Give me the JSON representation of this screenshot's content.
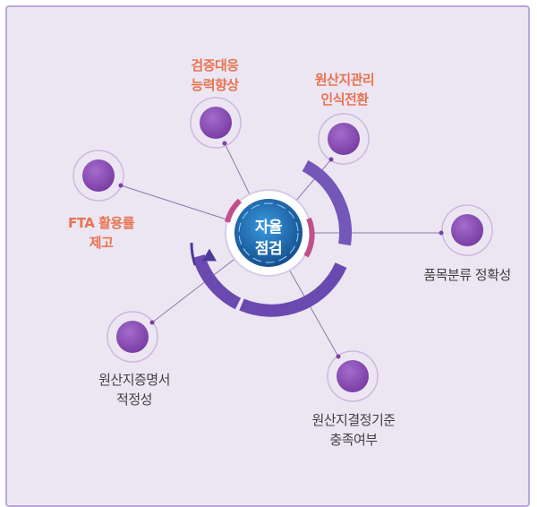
{
  "center": {
    "line1": "자율",
    "line2": "점검"
  },
  "nodes": [
    {
      "id": "verification",
      "lines": [
        "검증대응",
        "능력향상"
      ],
      "style": "orange"
    },
    {
      "id": "origin-management",
      "lines": [
        "원산지관리",
        "인식전환"
      ],
      "style": "orange"
    },
    {
      "id": "fta-utilization",
      "lines": [
        "FTA 활용률",
        "제고"
      ],
      "style": "orange"
    },
    {
      "id": "classification",
      "lines": [
        "품목분류 정확성"
      ],
      "style": "dark"
    },
    {
      "id": "certificate",
      "lines": [
        "원산지증명서",
        "적정성"
      ],
      "style": "dark"
    },
    {
      "id": "criteria",
      "lines": [
        "원산지결정기준",
        "충족여부"
      ],
      "style": "dark"
    }
  ],
  "colors": {
    "background": "#ece6f3",
    "border": "#b9a6dc",
    "node_fill": "#8a4fb0",
    "ring": "#6a4ab0",
    "center": "#1f6fb8",
    "accent_text": "#e7734f",
    "dark_text": "#3f3f3f"
  }
}
